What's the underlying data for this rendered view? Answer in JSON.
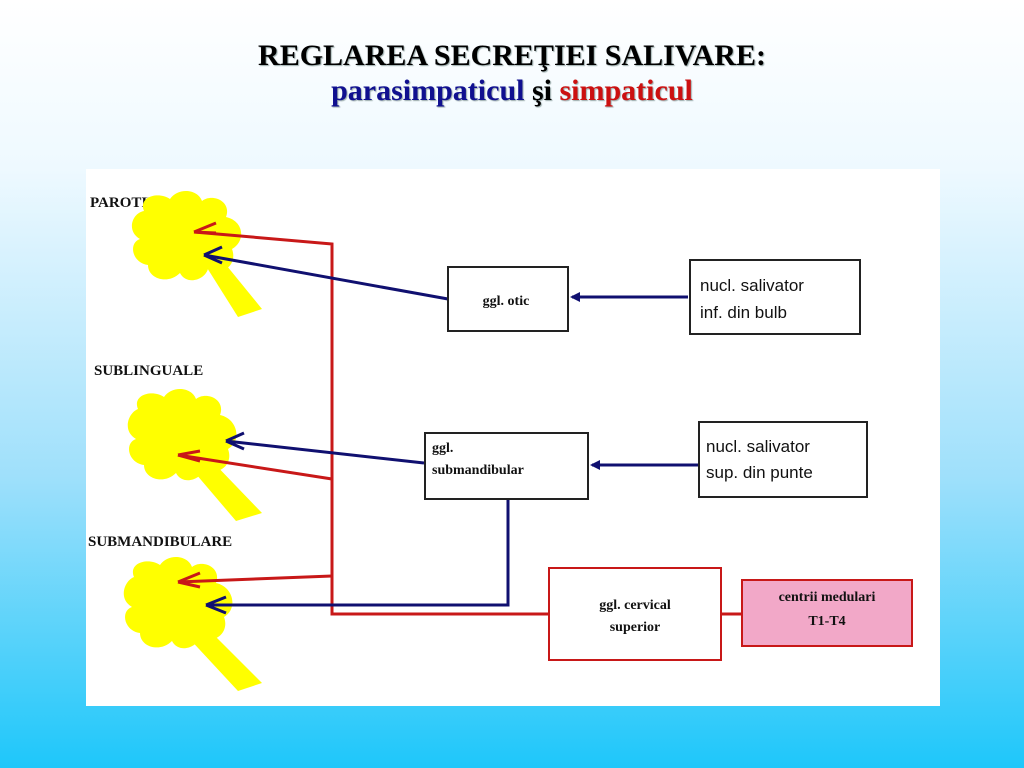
{
  "title": {
    "line1": "REGLAREA SECREŢIEI SALIVARE:",
    "para": "parasimpaticul",
    "conj": "şi",
    "symp": "simpaticul"
  },
  "glands": {
    "parotide": "PAROTIDE",
    "sublinguale": "SUBLINGUALE",
    "submandibulare": "SUBMANDIBULARE"
  },
  "boxes": {
    "otic": "ggl. otic",
    "submandibular": [
      "ggl.",
      "submandibular"
    ],
    "nucl_inf": [
      "nucl. salivator",
      "inf. din bulb"
    ],
    "nucl_sup": [
      "nucl. salivator",
      "sup. din punte"
    ],
    "cervical": [
      "ggl. cervical",
      "superior"
    ],
    "centrii": [
      "centrii medulari",
      "T1-T4"
    ]
  },
  "colors": {
    "parasympathetic": "#101070",
    "sympathetic": "#c81818",
    "gland": "#ffff00",
    "centrii_fill": "#f2a8c8"
  }
}
